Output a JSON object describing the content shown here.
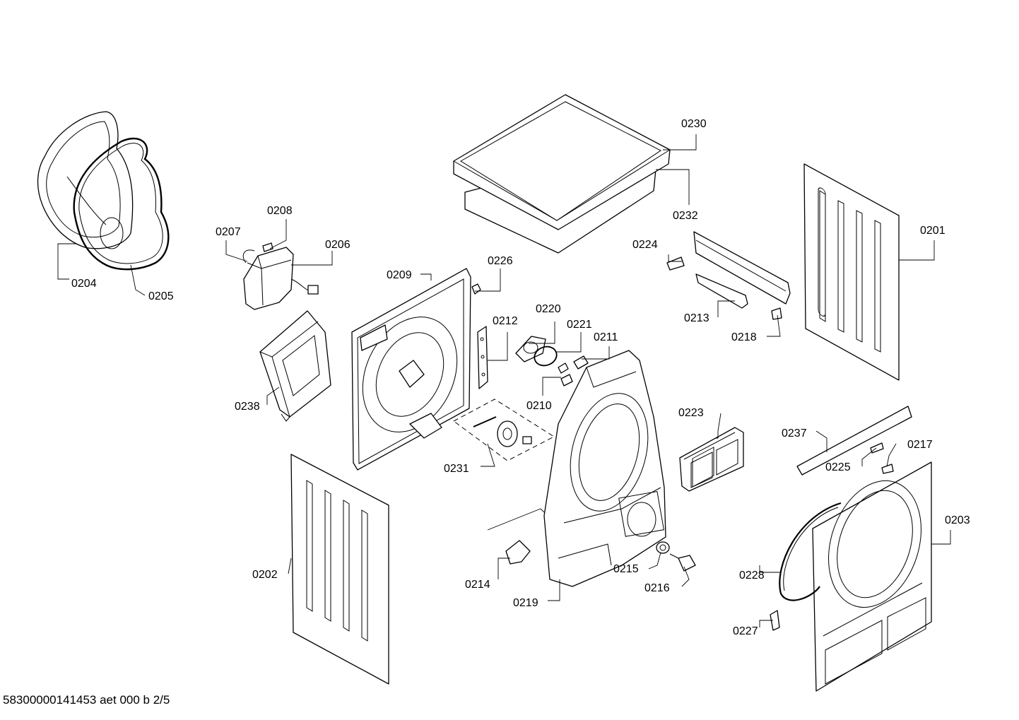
{
  "footer_text": "58300000141453 aet 000 b 2/5",
  "parts": {
    "p0201": "0201",
    "p0202": "0202",
    "p0203": "0203",
    "p0204": "0204",
    "p0205": "0205",
    "p0206": "0206",
    "p0207": "0207",
    "p0208": "0208",
    "p0209": "0209",
    "p0210": "0210",
    "p0211": "0211",
    "p0212": "0212",
    "p0213": "0213",
    "p0214": "0214",
    "p0215": "0215",
    "p0216": "0216",
    "p0217": "0217",
    "p0218": "0218",
    "p0219": "0219",
    "p0220": "0220",
    "p0221": "0221",
    "p0223": "0223",
    "p0224": "0224",
    "p0225": "0225",
    "p0226": "0226",
    "p0227": "0227",
    "p0228": "0228",
    "p0230": "0230",
    "p0231": "0231",
    "p0232": "0232",
    "p0237": "0237",
    "p0238": "0238"
  }
}
